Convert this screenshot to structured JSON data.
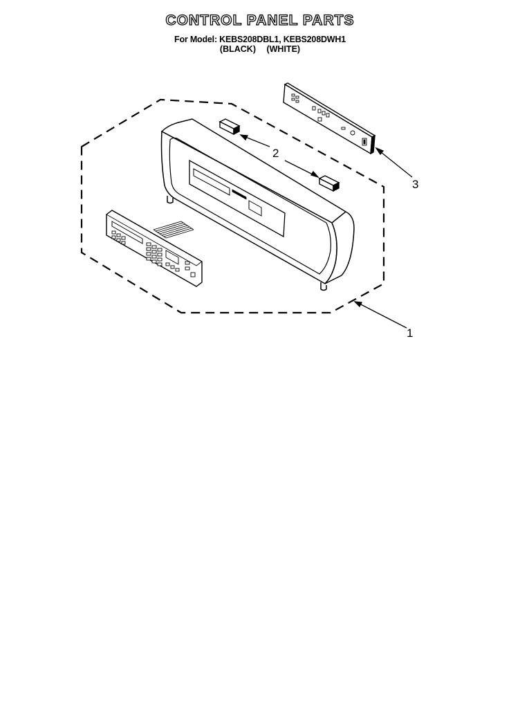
{
  "title": "CONTROL PANEL PARTS",
  "model_line": "For Model: KEBS208DBL1, KEBS208DWH1",
  "color_labels": [
    "(BLACK)",
    "(WHITE)"
  ],
  "callouts": [
    "1",
    "2",
    "3"
  ]
}
